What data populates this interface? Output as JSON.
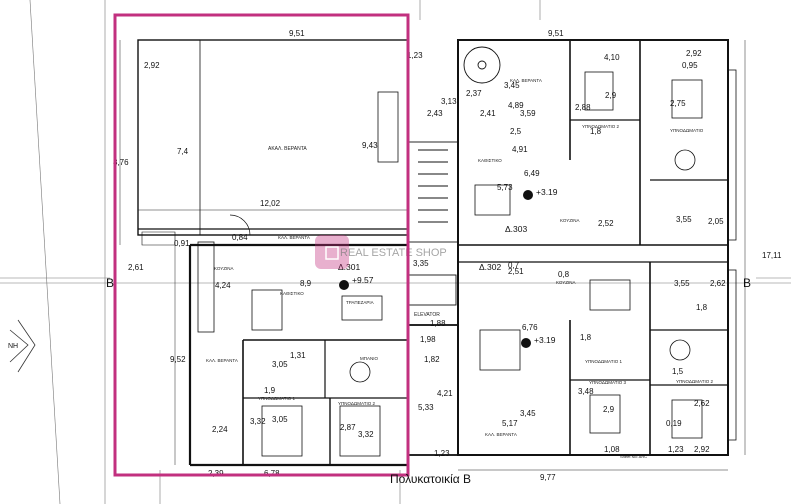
{
  "plan": {
    "caption": "Πολυκατοικία Β",
    "section_marker": "B",
    "highlight_color": "#c2307f",
    "watermark_text": "REAL ESTATE SHOP",
    "compass_label": "ΝΗ",
    "footer_note": "Sheet No: ARC"
  },
  "apartments": [
    {
      "label": "Δ.301",
      "area": "+9.57"
    },
    {
      "label": "Δ.302",
      "area": "+3.19"
    },
    {
      "label": "Δ.303",
      "area": "+3.19"
    }
  ],
  "rooms": {
    "big_veranda": "ΑΚΑΛ. ΒΕΡΑΝΤΑ",
    "kal_veranda_top": "ΚΑΛ. ΒΕΡΑΝΤΑ",
    "kal_veranda_left": "ΚΑΛ. ΒΕΡΑΝΤΑ",
    "kitchen_left": "ΚΟΥΖΙΝΑ",
    "living_left": "ΚΑΘΙΣΤΙΚΟ",
    "dining_left": "ΤΡΑΠΕΖΑΡΙΑ",
    "bathroom": "ΜΠΑΝΙΟ",
    "bedroom1_left": "ΥΠΝΟΔΩΜΑΤΙΟ 1",
    "bedroom2_left": "ΥΠΝΟΔΩΜΑΤΙΟ 2",
    "elevator": "ELEVATOR",
    "living_right": "ΚΑΘΙΣΤΙΚΟ",
    "kitchen_right": "ΚΟΥΖΙΝΑ",
    "kitchen_mid": "ΚΟΥΖΙΝΑ",
    "bedroom_r_top": "ΥΠΝΟΔΩΜΑΤΙΟ 2",
    "bedroom_r_top2": "ΥΠΝΟΔΩΜΑΤΙΟ",
    "bedroom_r_bot1": "ΥΠΝΟΔΩΜΑΤΙΟ 1",
    "bedroom_r_bot2": "ΥΠΝΟΔΩΜΑΤΙΟ 2",
    "bedroom_r_bot3": "ΥΠΝΟΔΩΜΑΤΙΟ 3",
    "kal_veranda_right_top": "ΚΑΛ. ΒΕΡΑΝΤΑ",
    "kal_veranda_right_bot": "ΚΑΛ. ΒΕΡΑΝΤΑ"
  },
  "dimensions": [
    "9,51",
    "2,92",
    "7,4",
    "8,76",
    "9,43",
    "12,02",
    "0,91",
    "0,84",
    "2,61",
    "4,24",
    "8,9",
    "9,52",
    "3,05",
    "1,31",
    "1,9",
    "3,05",
    "3,32",
    "2,87",
    "3,32",
    "2,24",
    "2,39",
    "6,78",
    "1,23",
    "3,45",
    "2,37",
    "4,89",
    "3,59",
    "2,41",
    "2,5",
    "3,13",
    "2,43",
    "4,91",
    "6,49",
    "5,73",
    "3,35",
    "0,7",
    "1,88",
    "1,98",
    "1,82",
    "4,21",
    "5,33",
    "3,45",
    "5,17",
    "1,23",
    "9,51",
    "4,10",
    "2,92",
    "0,95",
    "2,9",
    "2,88",
    "2,75",
    "1,8",
    "2,52",
    "3,55",
    "2,05",
    "17,11",
    "3,55",
    "2,62",
    "1,8",
    "1,8",
    "1,5",
    "3,48",
    "2,9",
    "0,19",
    "2,62",
    "9,77",
    "1,08",
    "1,23",
    "2,92",
    "2,51",
    "0,8",
    "6,76"
  ]
}
